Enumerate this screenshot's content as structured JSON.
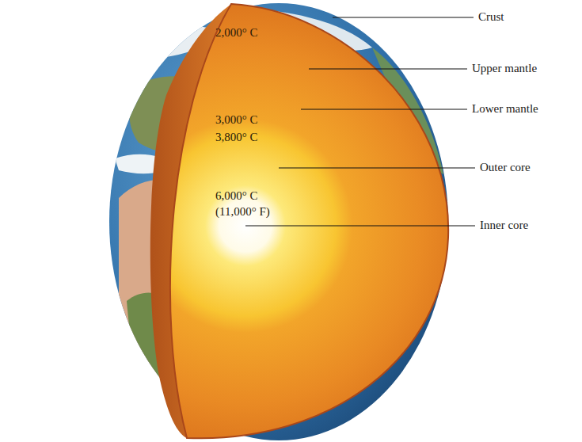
{
  "diagram": {
    "labels": [
      "Crust",
      "Upper mantle",
      "Lower mantle",
      "Outer core",
      "Inner core",
      "2,000° C",
      "3,000° C",
      "3,800° C",
      "6,000° C",
      "(11,000° F)"
    ]
  }
}
